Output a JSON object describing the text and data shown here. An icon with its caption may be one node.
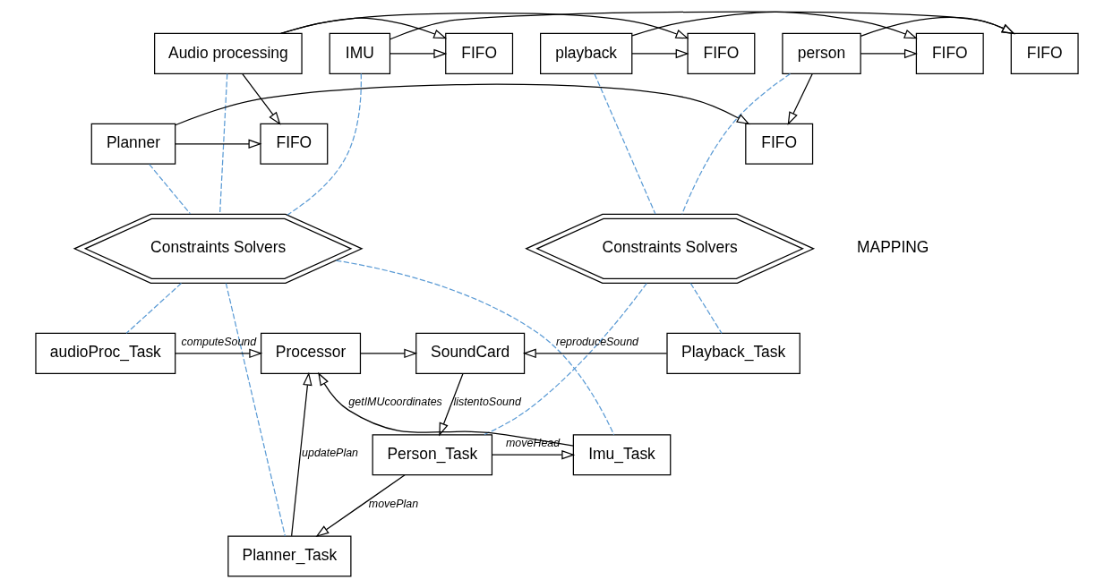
{
  "diagram": {
    "nodes": [
      {
        "text": [
          "FIFO"
        ]
      },
      {
        "text": [
          "IMU"
        ]
      },
      {
        "text": [
          "FIFO"
        ]
      },
      {
        "text": [
          "Audio processing"
        ]
      },
      {
        "text": [
          "FIFO"
        ]
      },
      {
        "text": [
          "playback"
        ]
      },
      {
        "text": [
          "FIFO"
        ]
      },
      {
        "text": [
          "person"
        ]
      },
      {
        "text": [
          "FIFO"
        ]
      },
      {
        "text": [
          "Planner"
        ]
      },
      {
        "text": [
          "FIFO"
        ]
      },
      {
        "text": [
          "Constraints Solvers"
        ]
      },
      {
        "text": [
          "Constraints Solvers"
        ]
      },
      {
        "text": [
          "audioProc_Task"
        ]
      },
      {
        "text": [
          "Processor"
        ]
      },
      {
        "text": [
          "SoundCard"
        ]
      },
      {
        "text": [
          "Playback_Task"
        ]
      },
      {
        "text": [
          "Imu_Task"
        ]
      },
      {
        "text": [
          "Planner_Task"
        ]
      },
      {
        "text": [
          "Person_Task"
        ]
      }
    ],
    "edges": [
      {
        "from": 1,
        "to": 0,
        "arrow": "to"
      },
      {
        "from": 1,
        "to": 2,
        "arrow": "to"
      },
      {
        "from": 9,
        "to": 8,
        "arrow": "to"
      },
      {
        "from": 9,
        "to": 10,
        "arrow": "to"
      },
      {
        "from": 3,
        "to": 2,
        "arrow": "to"
      },
      {
        "from": 3,
        "to": 10,
        "arrow": "to"
      },
      {
        "from": 3,
        "to": 4,
        "arrow": "to"
      },
      {
        "from": 5,
        "to": 4,
        "arrow": "to"
      },
      {
        "from": 5,
        "to": 6,
        "arrow": "to"
      },
      {
        "from": 7,
        "to": 6,
        "arrow": "to"
      },
      {
        "from": 7,
        "to": 0,
        "arrow": "to"
      },
      {
        "from": 7,
        "to": 8,
        "arrow": "to"
      },
      {
        "from": 1,
        "to": 11,
        "arrow": "none",
        "style": "dashed",
        "color": "#5b9bd5"
      },
      {
        "from": 9,
        "to": 11,
        "arrow": "none",
        "style": "dashed",
        "color": "#5b9bd5"
      },
      {
        "from": 3,
        "to": 11,
        "arrow": "none",
        "style": "dashed",
        "color": "#5b9bd5"
      },
      {
        "from": 5,
        "to": 12,
        "arrow": "none",
        "style": "dashed",
        "color": "#5b9bd5"
      },
      {
        "from": 7,
        "to": 12,
        "arrow": "none",
        "style": "dashed",
        "color": "#5b9bd5"
      },
      {
        "from": 11,
        "to": 13,
        "arrow": "none",
        "style": "dashed",
        "color": "#5b9bd5"
      },
      {
        "from": 11,
        "to": 17,
        "arrow": "none",
        "style": "dashed",
        "color": "#5b9bd5"
      },
      {
        "from": 11,
        "to": 18,
        "arrow": "none",
        "style": "dashed",
        "color": "#5b9bd5"
      },
      {
        "from": 12,
        "to": 16,
        "arrow": "none",
        "style": "dashed",
        "color": "#5b9bd5"
      },
      {
        "from": 12,
        "to": 19,
        "arrow": "none",
        "style": "dashed",
        "color": "#5b9bd5"
      },
      {
        "from": 13,
        "to": 14,
        "arrow": "to",
        "label": "computeSound"
      },
      {
        "from": 14,
        "to": 15,
        "arrow": "to"
      },
      {
        "from": 16,
        "to": 15,
        "arrow": "to",
        "label": "reproduceSound"
      },
      {
        "from": 17,
        "to": 14,
        "arrow": "to",
        "label": "getIMUcoordinates"
      },
      {
        "from": 18,
        "to": 14,
        "arrow": "to",
        "label": "updatePlan"
      },
      {
        "from": 15,
        "to": 19,
        "arrow": "to",
        "label": "listentoSound"
      },
      {
        "from": 19,
        "to": 17,
        "arrow": "to",
        "label": "moveHead"
      },
      {
        "from": 19,
        "to": 18,
        "arrow": "to",
        "label": "movePlan"
      }
    ],
    "labels": [
      "MAPPING"
    ]
  }
}
